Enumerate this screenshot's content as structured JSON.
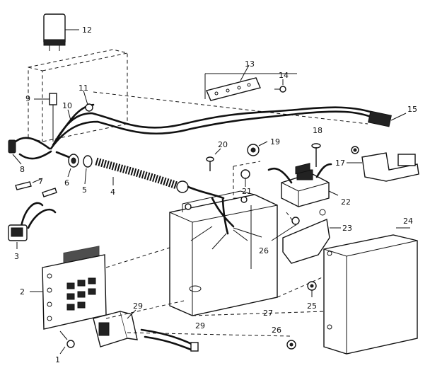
{
  "diagram": {
    "callouts": [
      {
        "id": "c1",
        "text": "1"
      },
      {
        "id": "c2",
        "text": "2"
      },
      {
        "id": "c3",
        "text": "3"
      },
      {
        "id": "c4",
        "text": "4"
      },
      {
        "id": "c5",
        "text": "5"
      },
      {
        "id": "c6",
        "text": "6"
      },
      {
        "id": "c7",
        "text": "7"
      },
      {
        "id": "c8",
        "text": "8"
      },
      {
        "id": "c9",
        "text": "9"
      },
      {
        "id": "c10",
        "text": "10"
      },
      {
        "id": "c11",
        "text": "11"
      },
      {
        "id": "c12",
        "text": "12"
      },
      {
        "id": "c13",
        "text": "13"
      },
      {
        "id": "c14",
        "text": "14"
      },
      {
        "id": "c15",
        "text": "15"
      },
      {
        "id": "c17",
        "text": "17"
      },
      {
        "id": "c18",
        "text": "18"
      },
      {
        "id": "c19",
        "text": "19"
      },
      {
        "id": "c20",
        "text": "20"
      },
      {
        "id": "c21",
        "text": "21"
      },
      {
        "id": "c22",
        "text": "22"
      },
      {
        "id": "c23",
        "text": "23"
      },
      {
        "id": "c24",
        "text": "24"
      },
      {
        "id": "c25",
        "text": "25"
      },
      {
        "id": "c26a",
        "text": "26"
      },
      {
        "id": "c26b",
        "text": "26"
      },
      {
        "id": "c27",
        "text": "27"
      },
      {
        "id": "c29a",
        "text": "29"
      },
      {
        "id": "c29b",
        "text": "29"
      }
    ]
  }
}
